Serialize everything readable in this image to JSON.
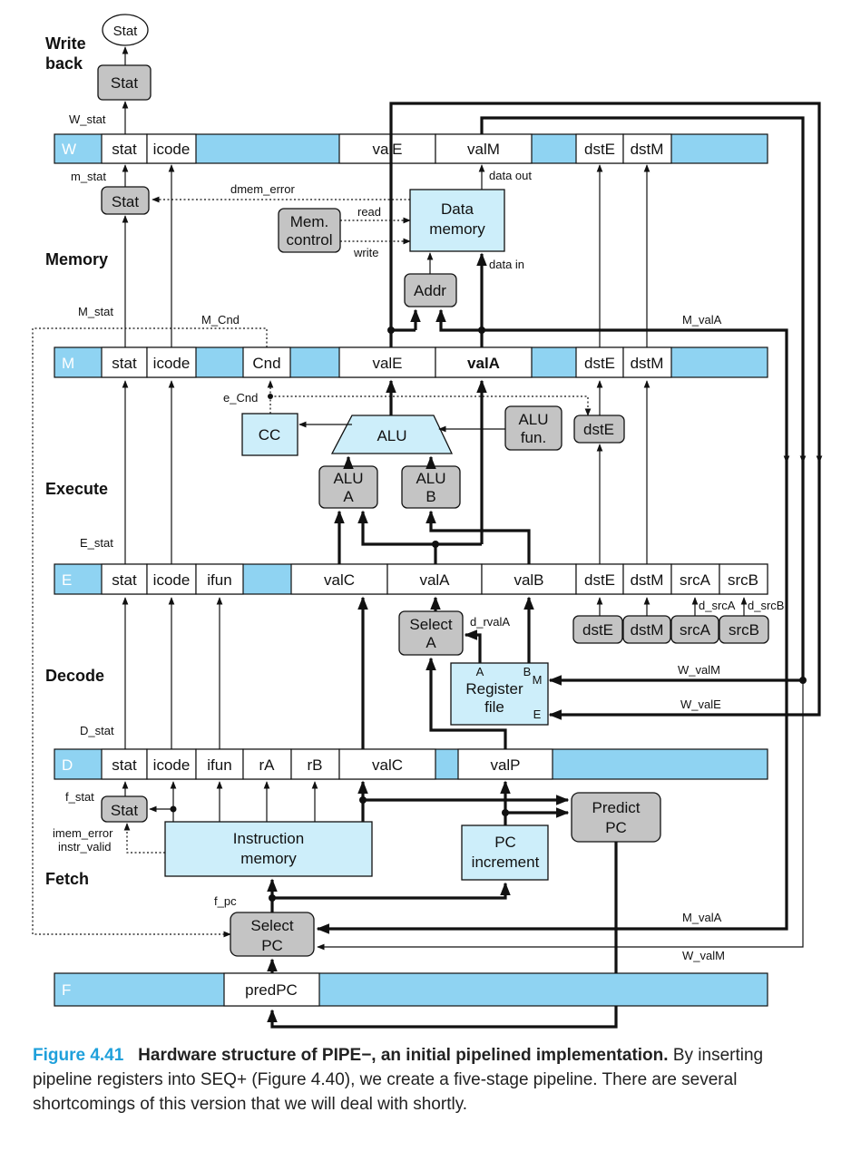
{
  "stages": {
    "writeback": [
      "Write",
      "back"
    ],
    "memory": "Memory",
    "execute": "Execute",
    "decode": "Decode",
    "fetch": "Fetch"
  },
  "registers": {
    "W": {
      "name": "W",
      "fields": {
        "stat": "stat",
        "icode": "icode",
        "valE": "valE",
        "valM": "valM",
        "dstE": "dstE",
        "dstM": "dstM"
      }
    },
    "M": {
      "name": "M",
      "fields": {
        "stat": "stat",
        "icode": "icode",
        "Cnd": "Cnd",
        "valE": "valE",
        "valA": "valA",
        "dstE": "dstE",
        "dstM": "dstM"
      }
    },
    "E": {
      "name": "E",
      "fields": {
        "stat": "stat",
        "icode": "icode",
        "ifun": "ifun",
        "valC": "valC",
        "valA": "valA",
        "valB": "valB",
        "dstE": "dstE",
        "dstM": "dstM",
        "srcA": "srcA",
        "srcB": "srcB"
      }
    },
    "D": {
      "name": "D",
      "fields": {
        "stat": "stat",
        "icode": "icode",
        "ifun": "ifun",
        "rA": "rA",
        "rB": "rB",
        "valC": "valC",
        "valP": "valP"
      }
    },
    "F": {
      "name": "F",
      "fields": {
        "predPC": "predPC"
      }
    }
  },
  "blocks": {
    "stat_out": "Stat",
    "stat_w": "Stat",
    "stat_m": "Stat",
    "stat_f": "Stat",
    "mem_control": [
      "Mem.",
      "control"
    ],
    "data_memory": [
      "Data",
      "memory"
    ],
    "addr": "Addr",
    "cc": "CC",
    "alu": "ALU",
    "alu_fun": [
      "ALU",
      "fun."
    ],
    "dstE_exec": "dstE",
    "alu_a": [
      "ALU",
      "A"
    ],
    "alu_b": [
      "ALU",
      "B"
    ],
    "select_a": [
      "Select",
      "A"
    ],
    "register_file": [
      "Register",
      "file"
    ],
    "regfile_ports": {
      "A": "A",
      "B": "B",
      "M": "M",
      "E": "E"
    },
    "decode_logic": {
      "dstE": "dstE",
      "dstM": "dstM",
      "srcA": "srcA",
      "srcB": "srcB"
    },
    "instruction_memory": [
      "Instruction",
      "memory"
    ],
    "pc_increment": [
      "PC",
      "increment"
    ],
    "predict_pc": [
      "Predict",
      "PC"
    ],
    "select_pc": [
      "Select",
      "PC"
    ]
  },
  "signals": {
    "W_stat": "W_stat",
    "m_stat": "m_stat",
    "dmem_error": "dmem_error",
    "read": "read",
    "write": "write",
    "data_out": "data out",
    "data_in": "data in",
    "M_stat": "M_stat",
    "M_Cnd": "M_Cnd",
    "M_valA_top": "M_valA",
    "e_Cnd": "e_Cnd",
    "E_stat": "E_stat",
    "d_srcA": "d_srcA",
    "d_srcB": "d_srcB",
    "d_rvalA": "d_rvalA",
    "W_valM_decode": "W_valM",
    "W_valE_decode": "W_valE",
    "D_stat": "D_stat",
    "f_stat": "f_stat",
    "imem_error": "imem_error",
    "instr_valid": "instr_valid",
    "f_pc": "f_pc",
    "M_valA_fetch": "M_valA",
    "W_valM_fetch": "W_valM"
  },
  "caption": {
    "number": "Figure 4.41",
    "title": "Hardware structure of PIPE−, an initial pipelined implementation.",
    "body": "By inserting pipeline registers into SEQ+ (Figure 4.40), we create a five-stage pipeline. There are several shortcomings of this version that we will deal with shortly."
  },
  "colors": {
    "pipeline_register": "#8fd3f2",
    "hardware_unit": "#cdeefa",
    "control_block": "#c4c4c4",
    "caption_accent": "#1fa0db"
  }
}
